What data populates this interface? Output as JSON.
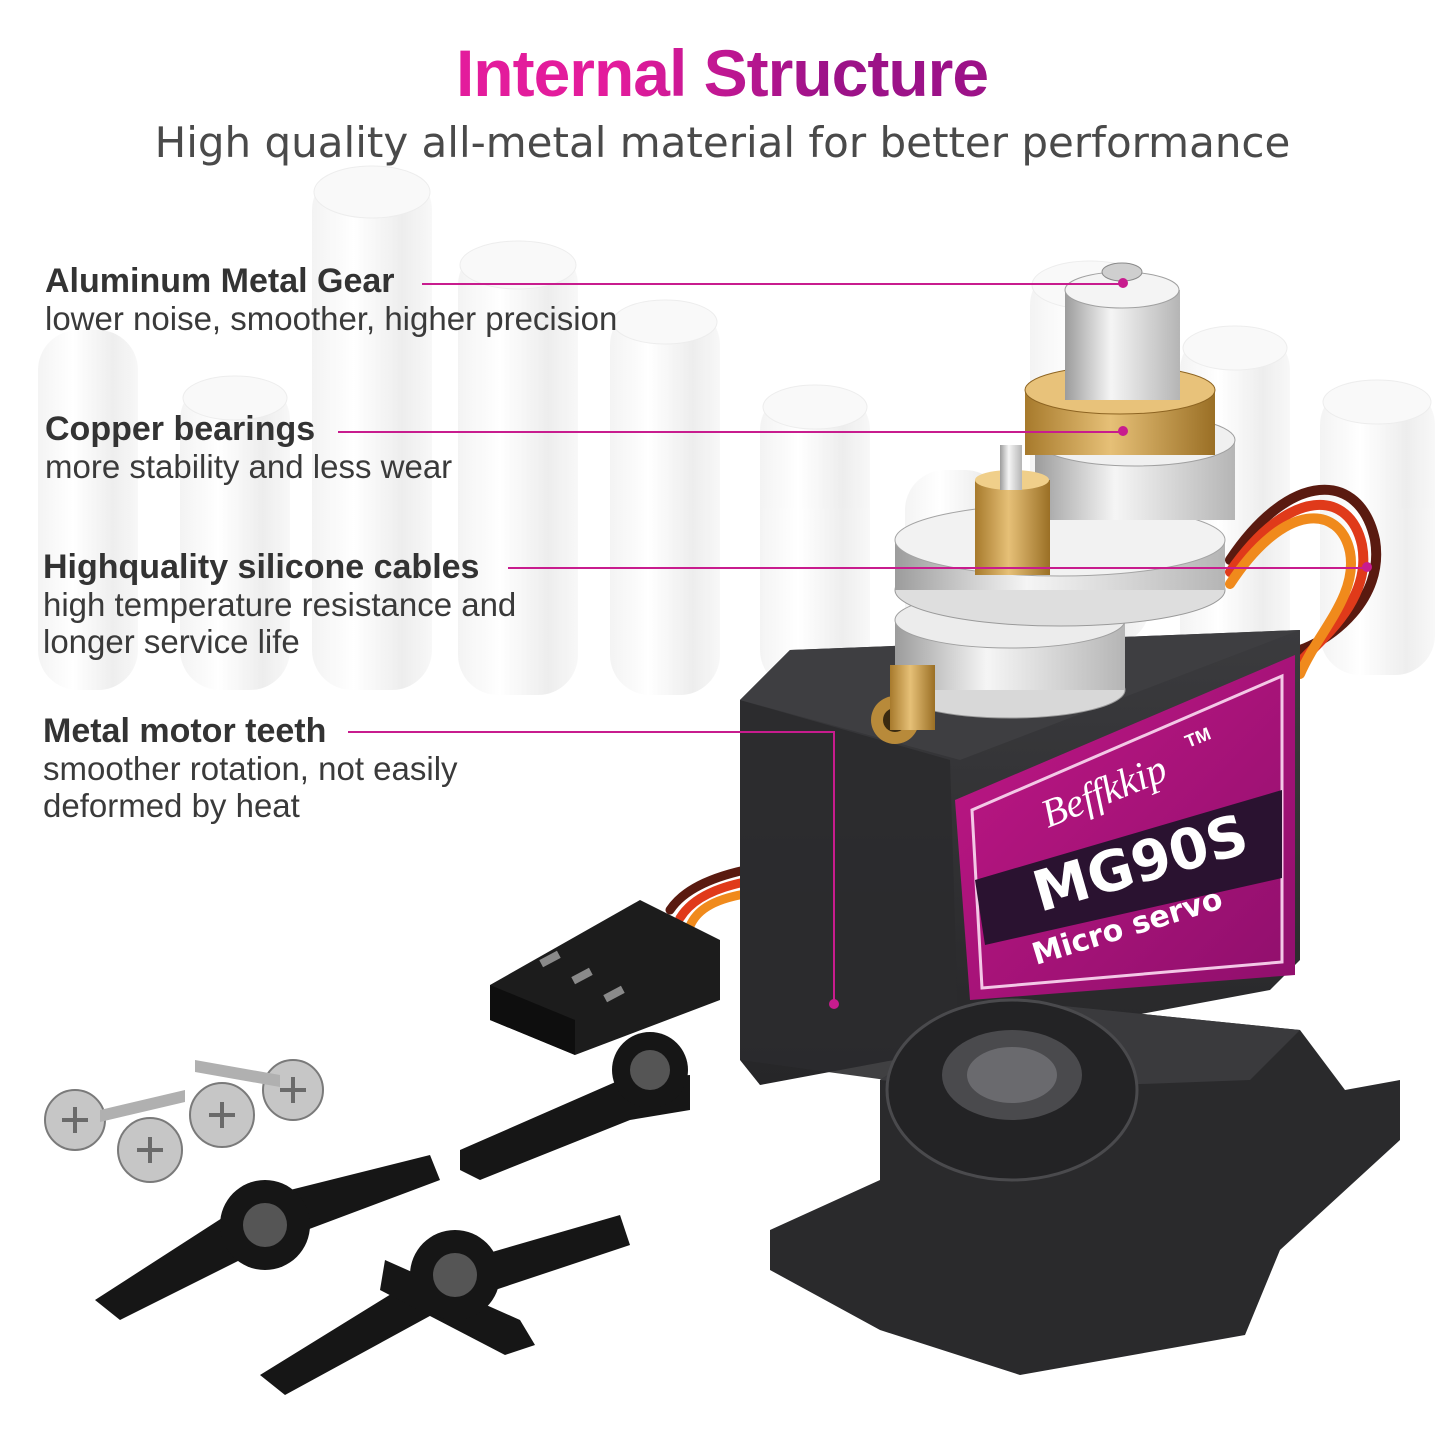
{
  "header": {
    "title": "Internal Structure",
    "subtitle": "High quality all-metal material for better performance"
  },
  "features": [
    {
      "heading": "Aluminum Metal Gear",
      "desc_lines": [
        "lower noise, smoother, higher precision"
      ]
    },
    {
      "heading": "Copper bearings",
      "desc_lines": [
        "more stability and less wear"
      ]
    },
    {
      "heading": "Highquality silicone cables",
      "desc_lines": [
        "high temperature resistance and",
        "longer service life"
      ]
    },
    {
      "heading": "Metal motor teeth",
      "desc_lines": [
        "smoother rotation, not easily",
        "deformed by heat"
      ]
    }
  ],
  "product": {
    "brand": "Beffkkip",
    "trademark": "TM",
    "model": "MG90S",
    "type": "Micro servo"
  },
  "colors": {
    "accent": "#c81c8e",
    "title_gradient_start": "#e0209a",
    "title_gradient_end": "#a2148a",
    "label_pink": "#b3127c",
    "label_dark": "#2a1230",
    "servo_body": "#2e2e30"
  }
}
